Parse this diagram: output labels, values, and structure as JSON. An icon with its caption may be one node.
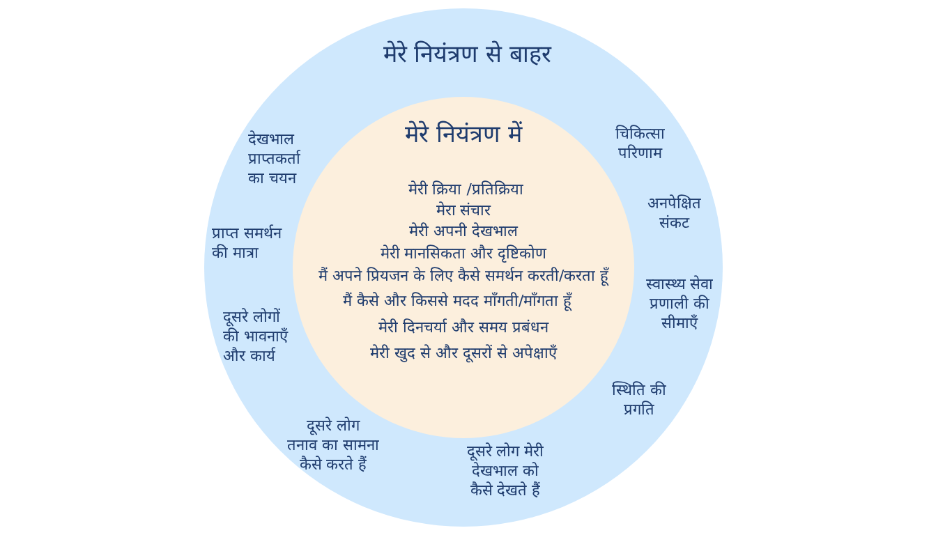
{
  "diagram": {
    "nodes": [
      {
        "text": [
          "मेरे नियंत्रण से बाहर",
          "देखभाल प्राप्तकर्ता का चयन",
          "चिकित्सा परिणाम",
          "अनपेक्षित संकट",
          "प्राप्त समर्थन की मात्रा",
          "स्वास्थ्य सेवा प्रणाली की सीमाएँ",
          "दूसरे लोगों की भावनाएँ और कार्य",
          "स्थिति की प्रगति",
          "दूसरे लोग तनाव का सामना कैसे करते हैं",
          "दूसरे लोग मेरी देखभाल को कैसे देखते हैं"
        ]
      },
      {
        "text": [
          "मेरे नियंत्रण में",
          "मेरी क्रिया /प्रतिक्रिया",
          "मेरा संचार",
          "मेरी अपनी देखभाल",
          "मेरी मानसिकता और दृष्टिकोण",
          "मैं अपने प्रियजन के लिए कैसे समर्थन करती/करता हूँ",
          "मैं कैसे और किससे मदद माँगती/माँगता हूँ",
          "मेरी दिनचर्या और समय प्रबंधन",
          "मेरी खुद से और दूसरों से अपेक्षाएँ"
        ],
        "in": 0
      }
    ]
  }
}
